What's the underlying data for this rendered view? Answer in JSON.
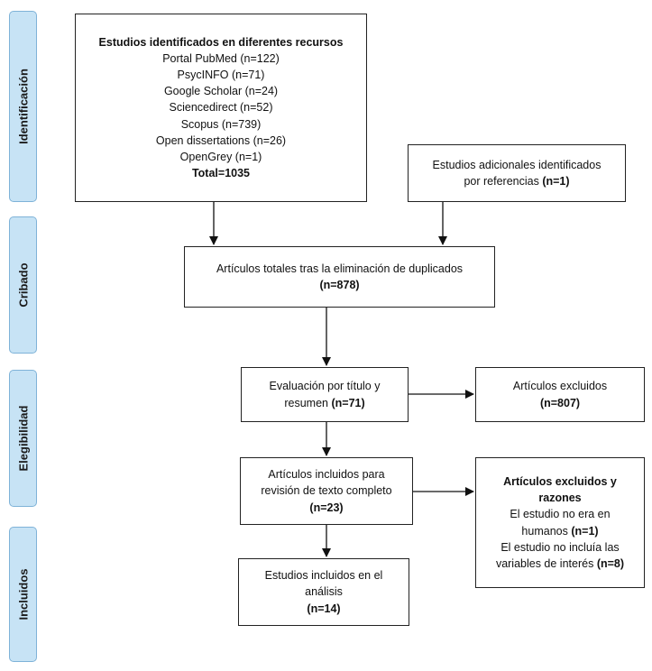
{
  "stages": {
    "identificacion": "Identificación",
    "cribado": "Cribado",
    "elegibilidad": "Elegibilidad",
    "incluidos": "Incluidos"
  },
  "box_sources": {
    "title": "Estudios identificados en diferentes recursos",
    "items": [
      "Portal PubMed (n=122)",
      "PsycINFO (n=71)",
      "Google Scholar (n=24)",
      "Sciencedirect (n=52)",
      "Scopus (n=739)",
      "Open dissertations (n=26)",
      "OpenGrey (n=1)"
    ],
    "total": "Total=1035"
  },
  "box_additional": {
    "line1": "Estudios adicionales identificados",
    "line2": "por referencias",
    "count": "(n=1)"
  },
  "box_dedup": {
    "line1": "Artículos totales tras la eliminación de duplicados",
    "count": "(n=878)"
  },
  "box_screen": {
    "line1": "Evaluación por título y",
    "line2": "resumen",
    "count": "(n=71)"
  },
  "box_excluded": {
    "line1": "Artículos excluidos",
    "count": "(n=807)"
  },
  "box_fulltext": {
    "line1": "Artículos incluidos para",
    "line2": "revisión de texto completo",
    "count": "(n=23)"
  },
  "box_reasons": {
    "title1": "Artículos excluidos y",
    "title2": "razones",
    "r1a": "El estudio no era en",
    "r1b": "humanos",
    "r1count": "(n=1)",
    "r2a": "El estudio no incluía las",
    "r2b": "variables de interés",
    "r2count": "(n=8)"
  },
  "box_included": {
    "line1": "Estudios incluidos en el",
    "line2": "análisis",
    "count": "(n=14)"
  }
}
